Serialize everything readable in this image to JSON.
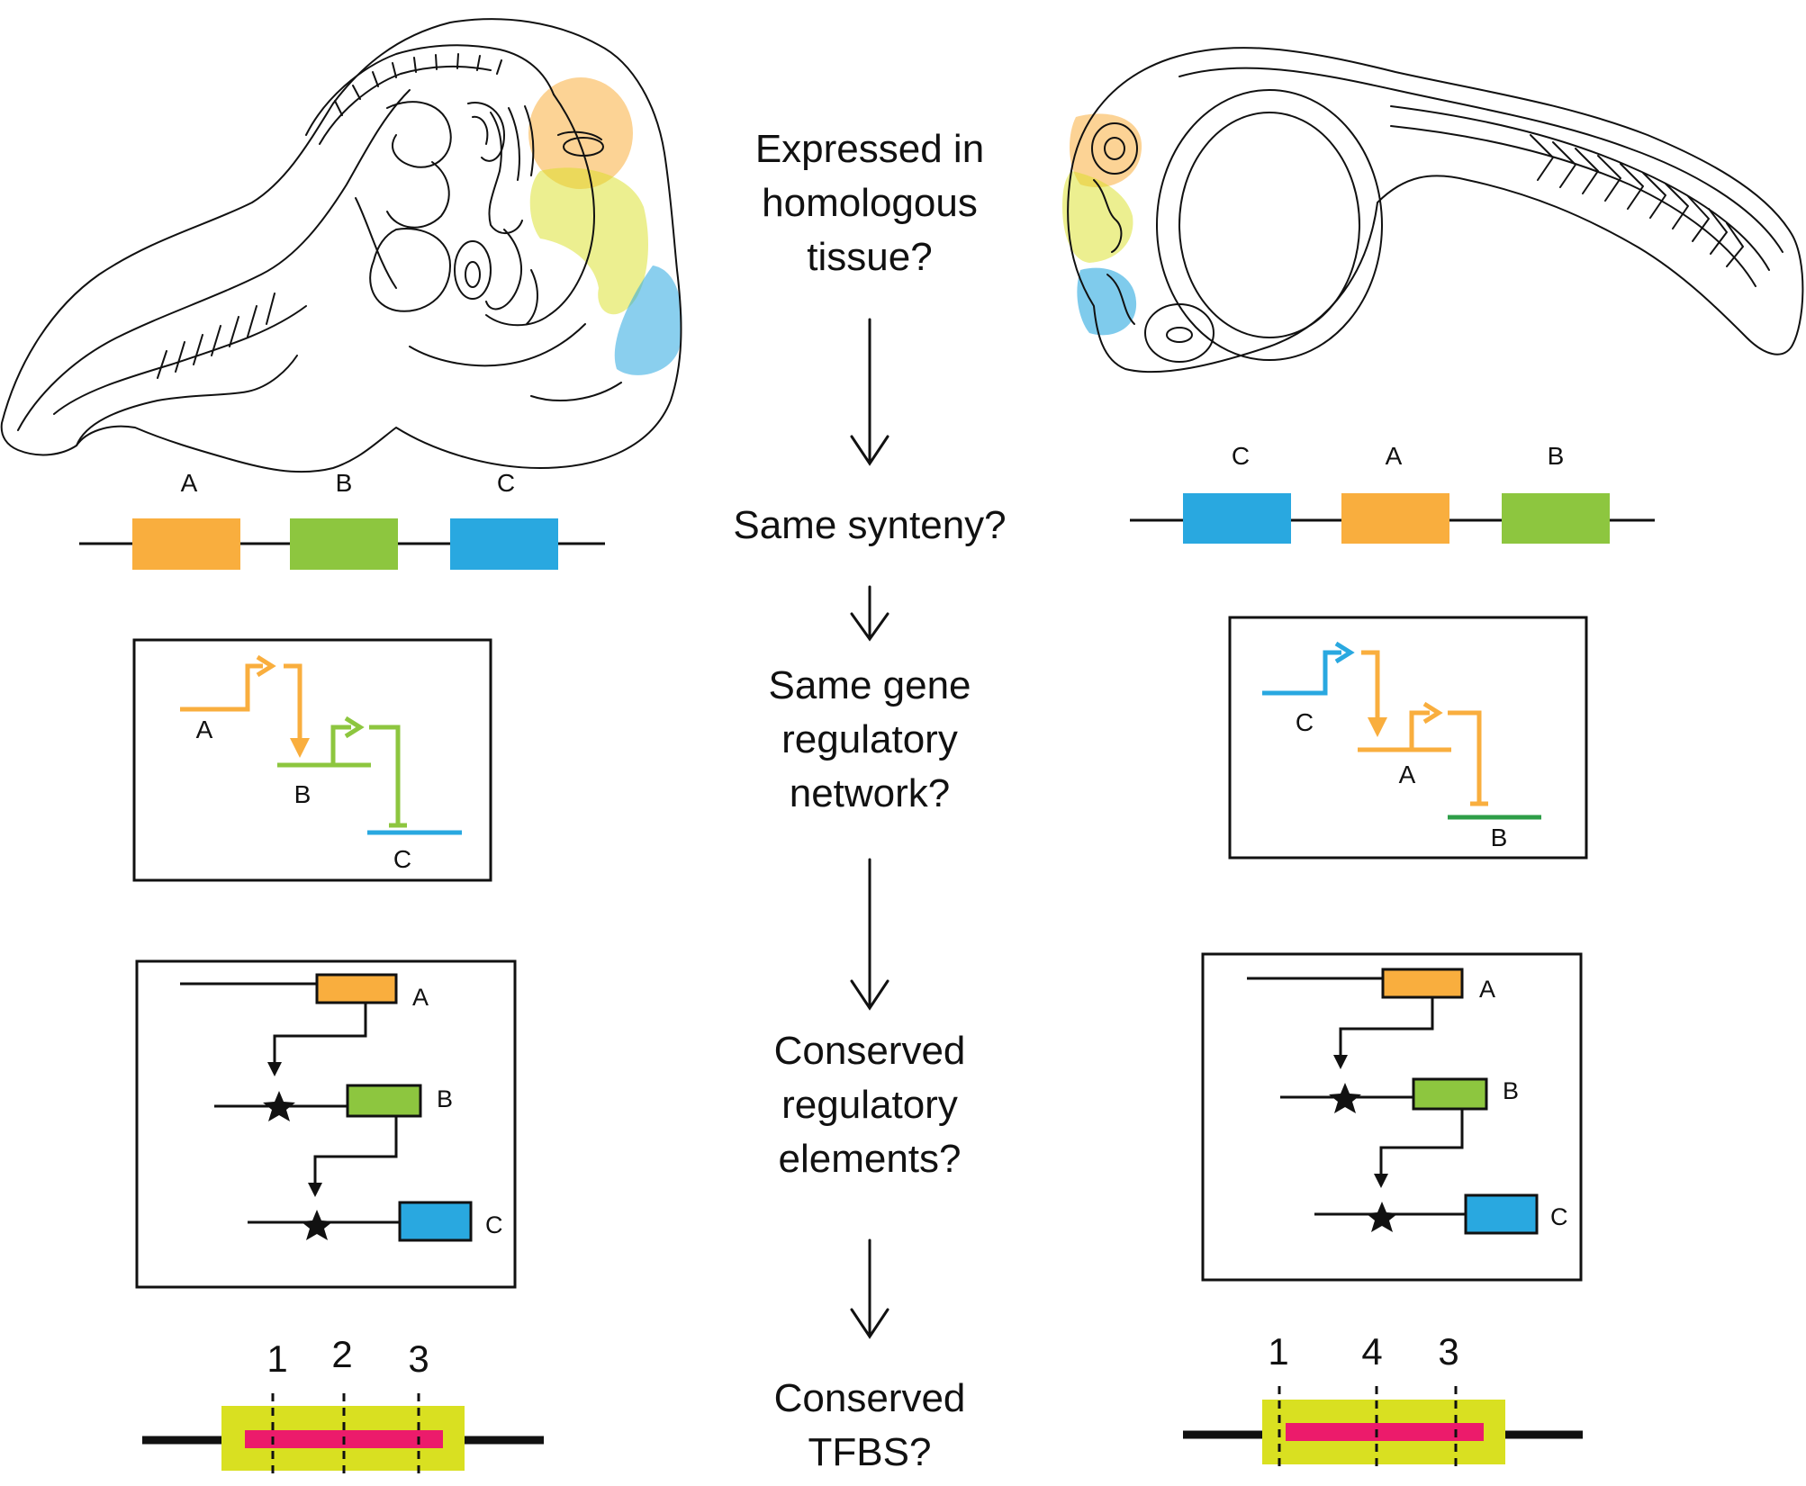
{
  "questions": {
    "q1": [
      "Expressed in",
      "homologous",
      "tissue?"
    ],
    "q2": [
      "Same synteny?"
    ],
    "q3": [
      "Same gene",
      "regulatory",
      "network?"
    ],
    "q4": [
      "Conserved",
      "regulatory",
      "elements?"
    ],
    "q5": [
      "Conserved",
      "TFBS?"
    ]
  },
  "genes": {
    "a": "A",
    "b": "B",
    "c": "C"
  },
  "tfbs_left": [
    "1",
    "2",
    "3"
  ],
  "tfbs_right": [
    "1",
    "4",
    "3"
  ],
  "colors": {
    "gene_a": "#F9AE3E",
    "gene_b": "#8DC63F",
    "gene_c": "#29A8E0",
    "gene_b_dark": "#2E9E48",
    "element": "#D9E021",
    "tfbs": "#EC1B6B",
    "expr_orange": "#F9AE3E",
    "expr_yellow": "#D9E021",
    "expr_blue": "#29A8E0"
  }
}
